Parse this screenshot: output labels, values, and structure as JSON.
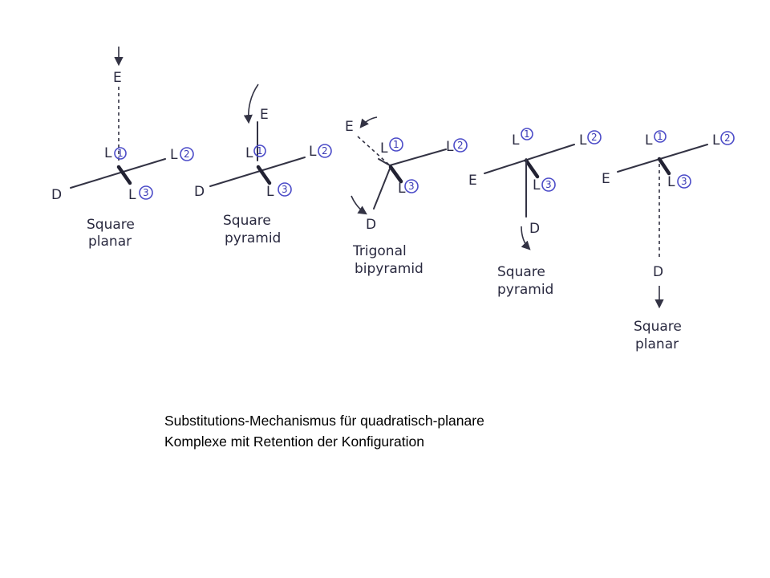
{
  "labels": {
    "entering": "E",
    "departing": "D",
    "ligand": "L",
    "ligand_numbers": [
      "1",
      "2",
      "3"
    ]
  },
  "stages": [
    {
      "caption_lines": [
        "Square",
        "planar"
      ]
    },
    {
      "caption_lines": [
        "Square",
        "pyramid"
      ]
    },
    {
      "caption_lines": [
        "Trigonal",
        "bipyramid"
      ]
    },
    {
      "caption_lines": [
        "Square",
        "pyramid"
      ]
    },
    {
      "caption_lines": [
        "Square",
        "planar"
      ]
    }
  ],
  "caption": {
    "line1": "Substitutions-Mechanismus für quadratisch-planare",
    "line2": "Komplexe mit Retention der Konfiguration"
  },
  "colors": {
    "ink": "#2a2a40",
    "ligand_circle": "#4b4bc8",
    "caption_text": "#000000"
  }
}
